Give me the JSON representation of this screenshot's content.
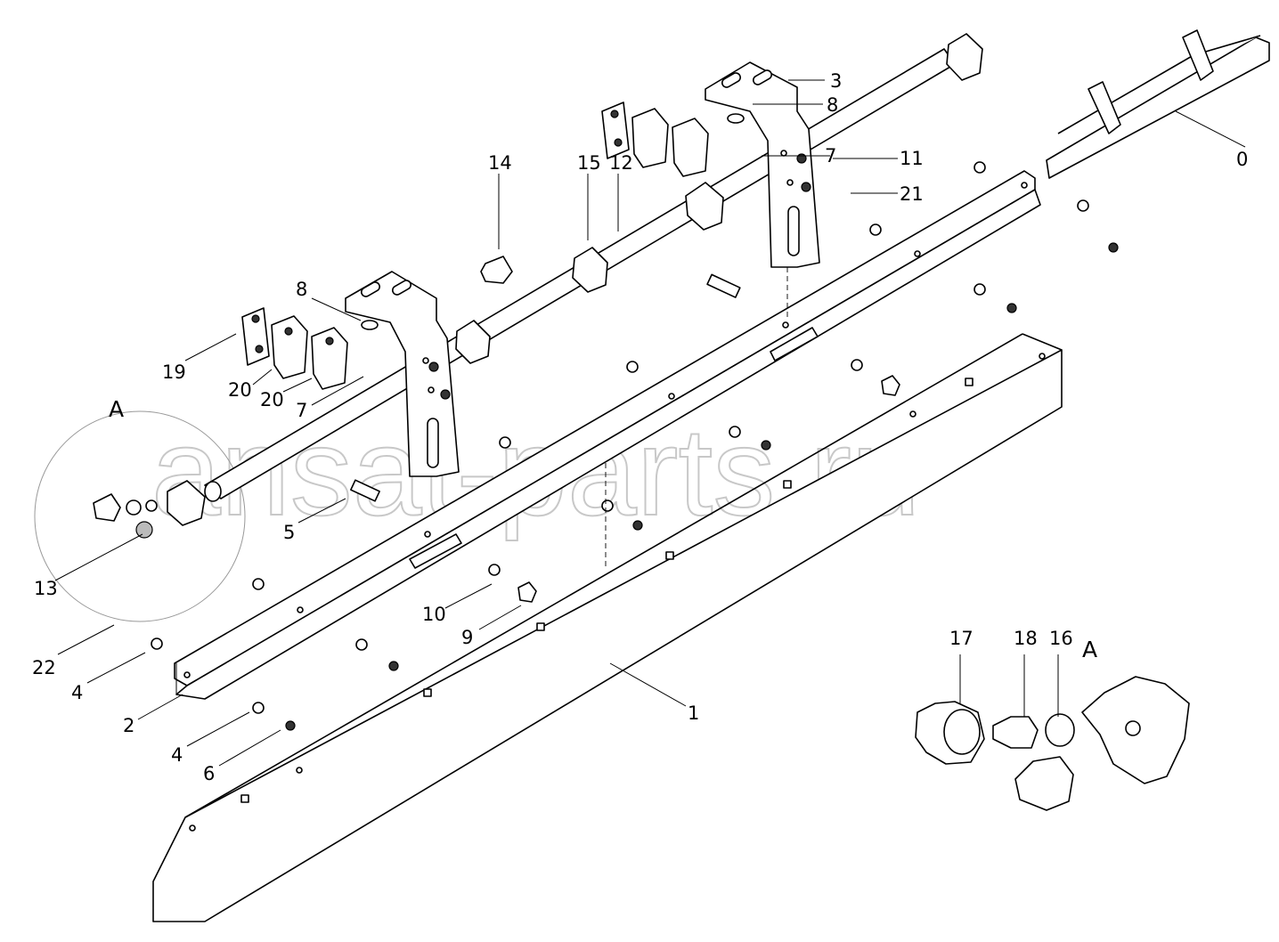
{
  "watermark": "ansat-parts.ru",
  "view_labels": [
    "A",
    "A"
  ],
  "callouts": [
    {
      "id": "c0",
      "label": "0"
    },
    {
      "id": "c1",
      "label": "1"
    },
    {
      "id": "c2",
      "label": "2"
    },
    {
      "id": "c3",
      "label": "3"
    },
    {
      "id": "c4a",
      "label": "4"
    },
    {
      "id": "c4b",
      "label": "4"
    },
    {
      "id": "c5",
      "label": "5"
    },
    {
      "id": "c6",
      "label": "6"
    },
    {
      "id": "c7a",
      "label": "7"
    },
    {
      "id": "c7b",
      "label": "7"
    },
    {
      "id": "c8a",
      "label": "8"
    },
    {
      "id": "c8b",
      "label": "8"
    },
    {
      "id": "c9",
      "label": "9"
    },
    {
      "id": "c10",
      "label": "10"
    },
    {
      "id": "c11",
      "label": "11"
    },
    {
      "id": "c12",
      "label": "12"
    },
    {
      "id": "c13",
      "label": "13"
    },
    {
      "id": "c14",
      "label": "14"
    },
    {
      "id": "c15",
      "label": "15"
    },
    {
      "id": "c16",
      "label": "16"
    },
    {
      "id": "c17",
      "label": "17"
    },
    {
      "id": "c18",
      "label": "18"
    },
    {
      "id": "c19",
      "label": "19"
    },
    {
      "id": "c20a",
      "label": "20"
    },
    {
      "id": "c20b",
      "label": "20"
    },
    {
      "id": "c21",
      "label": "21"
    },
    {
      "id": "c22",
      "label": "22"
    }
  ]
}
